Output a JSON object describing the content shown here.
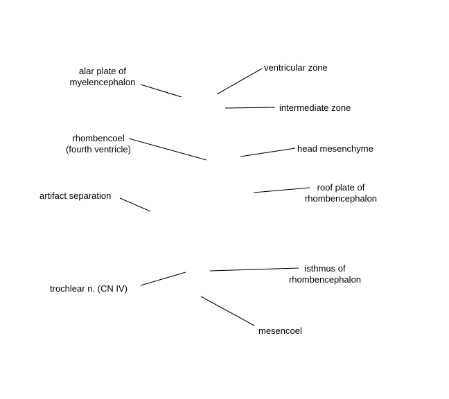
{
  "labels": {
    "alar_plate": [
      "alar plate of",
      "myelencephalon"
    ],
    "ventricular_zone": [
      "ventricular zone"
    ],
    "intermediate_zone": [
      "intermediate zone"
    ],
    "rhombencoel": [
      "rhombencoel",
      "(fourth ventricle)"
    ],
    "head_mesenchyme": [
      "head mesenchyme"
    ],
    "roof_plate": [
      "roof plate of",
      "rhombencephalon"
    ],
    "artifact_separation": [
      "artifact separation"
    ],
    "isthmus": [
      "isthmus of",
      "rhombencephalon"
    ],
    "trochlear": [
      "trochlear n. (CN IV)"
    ],
    "mesencoel": [
      "mesencoel"
    ]
  },
  "colors": {
    "background": "#ffffff",
    "ink": "#000000"
  }
}
